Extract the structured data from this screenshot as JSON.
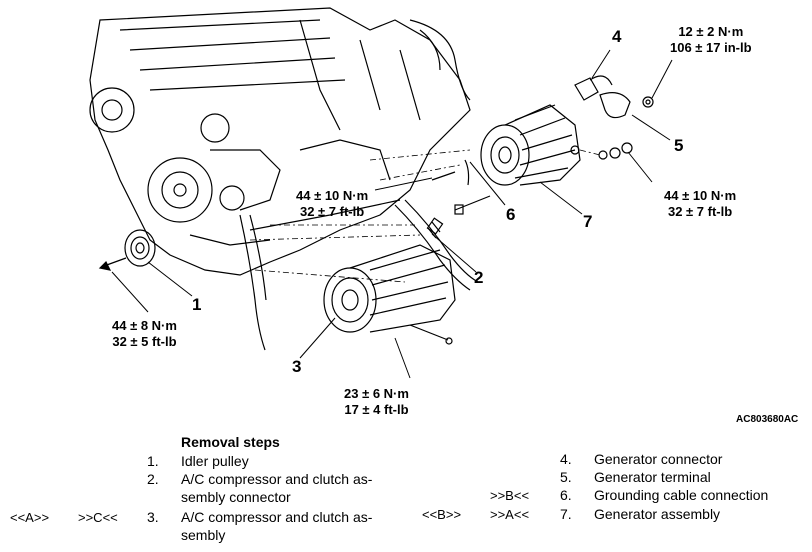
{
  "labels": {
    "n1": "1",
    "n2": "2",
    "n3": "3",
    "n4": "4",
    "n5": "5",
    "n6": "6",
    "n7": "7",
    "torque_top_nm": "12 ± 2 N·m",
    "torque_top_inlb": "106 ± 17 in-lb",
    "torque_right_nm": "44 ± 10 N·m",
    "torque_right_ftlb": "32 ± 7 ft-lb",
    "torque_mid_nm": "44 ± 10 N·m",
    "torque_mid_ftlb": "32 ± 7 ft-lb",
    "torque_left_nm": "44 ± 8 N·m",
    "torque_left_ftlb": "32 ± 5 ft-lb",
    "torque_bottom_nm": "23 ± 6 N·m",
    "torque_bottom_ftlb": "17 ± 4 ft-lb",
    "figure_id": "AC803680AC"
  },
  "removal": {
    "title": "Removal steps",
    "steps_left": [
      {
        "no": "1.",
        "text": "Idler pulley"
      },
      {
        "no": "2.",
        "text": "A/C compressor and clutch as-",
        "cont": "sembly connector"
      },
      {
        "no": "3.",
        "text": "A/C compressor and clutch as-",
        "cont": "sembly",
        "ref_a": "<<A>>",
        "ref_b": ">>C<<"
      }
    ],
    "steps_right": [
      {
        "no": "4.",
        "text": "Generator connector"
      },
      {
        "no": "5.",
        "text": "Generator terminal"
      },
      {
        "no": "6.",
        "text": "Grounding cable connection",
        "ref_b": ">>B<<"
      },
      {
        "no": "7.",
        "text": "Generator assembly",
        "ref_a": "<<B>>",
        "ref_b": ">>A<<"
      }
    ]
  }
}
